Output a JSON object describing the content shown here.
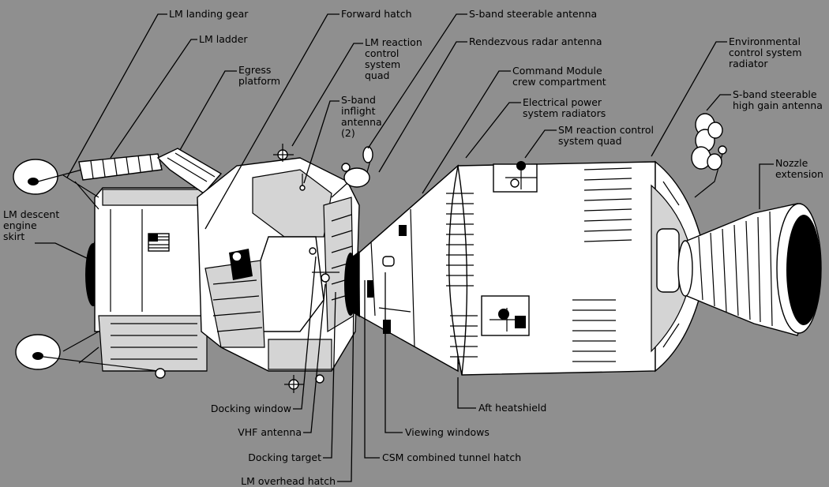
{
  "labels": {
    "lm_landing_gear": "LM landing gear",
    "lm_ladder": "LM ladder",
    "egress_platform": "Egress\nplatform",
    "forward_hatch": "Forward hatch",
    "lm_rcs_quad": "LM reaction\ncontrol\nsystem\nquad",
    "s_band_inflight_antenna": "S-band\ninflight\nantenna\n(2)",
    "s_band_steerable_antenna": "S-band steerable antenna",
    "rendezvous_radar_antenna": "Rendezvous radar antenna",
    "command_module_crew_compartment": "Command Module\ncrew compartment",
    "electrical_power_radiators": "Electrical power\nsystem radiators",
    "sm_rcs_quad": "SM reaction control\nsystem quad",
    "environmental_control_radiator": "Environmental\ncontrol system\nradiator",
    "s_band_high_gain_antenna": "S-band steerable\nhigh gain antenna",
    "nozzle_extension": "Nozzle\nextension",
    "lm_descent_engine_skirt": "LM descent\nengine\nskirt",
    "docking_window": "Docking window",
    "vhf_antenna": "VHF antenna",
    "docking_target": "Docking target",
    "lm_overhead_hatch": "LM overhead hatch",
    "csm_tunnel_hatch": "CSM combined tunnel hatch",
    "viewing_windows": "Viewing windows",
    "aft_heatshield": "Aft heatshield"
  },
  "colors": {
    "background": "#8f8f8f",
    "ink": "#000000",
    "paper": "#ffffff"
  }
}
